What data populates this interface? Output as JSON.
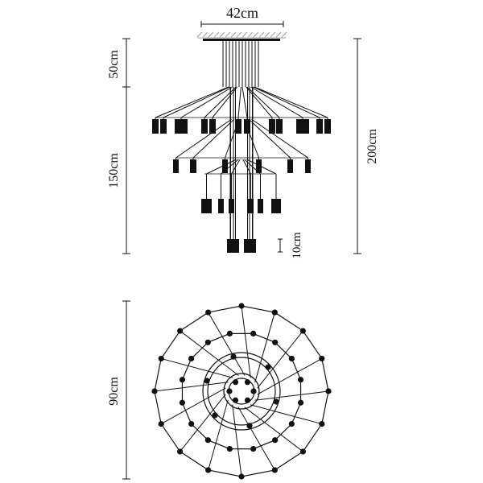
{
  "dimensions": {
    "width_label": "42cm",
    "upper_section_label": "50cm",
    "lower_section_label": "150cm",
    "total_height_label": "200cm",
    "lamp_height_label": "10cm",
    "diameter_label": "90cm"
  },
  "colors": {
    "line": "#111111",
    "hatch": "#999999"
  }
}
